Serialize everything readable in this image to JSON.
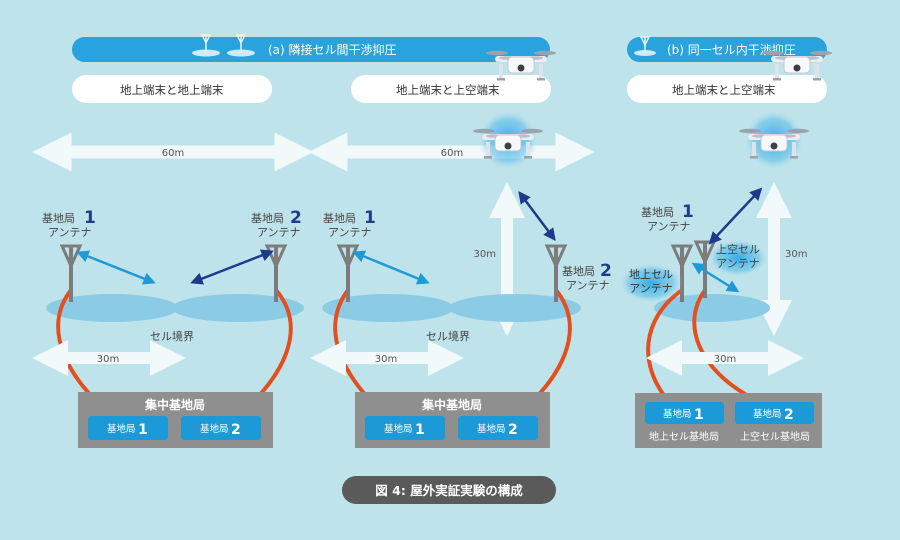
{
  "colors": {
    "background": "#bfe3ea",
    "banner": "#29a3dd",
    "pill": "#ffffff",
    "arrow_white": "#f1f9fb",
    "arrow_light_blue": "#1f9ad6",
    "arrow_dark_blue": "#1e3a8a",
    "cable": "#e2501f",
    "cell_ellipse": "#8ccbe6",
    "station_box": "#8f8f8f",
    "station_button": "#1c9ad8",
    "caption_bg": "#5a5a5a"
  },
  "banner_a": "(a) 隣接セル間干渉抑圧",
  "banner_b": "(b) 同一セル内干渉抑圧",
  "panel1": {
    "pill": "地上端末と地上端末",
    "distance_top": "60m",
    "bs1": {
      "name": "基地局",
      "num": "1",
      "sub": "アンテナ"
    },
    "bs2": {
      "name": "基地局",
      "num": "2",
      "sub": "アンテナ"
    },
    "boundary": "セル境界",
    "distance_bottom": "30m",
    "center_title": "集中基地局",
    "btn1": {
      "name": "基地局",
      "num": "1"
    },
    "btn2": {
      "name": "基地局",
      "num": "2"
    }
  },
  "panel2": {
    "pill": "地上端末と上空端末",
    "distance_top": "60m",
    "bs1": {
      "name": "基地局",
      "num": "1",
      "sub": "アンテナ"
    },
    "bs2": {
      "name": "基地局",
      "num": "2",
      "sub": "アンテナ"
    },
    "boundary": "セル境界",
    "distance_bottom": "30m",
    "distance_vertical": "30m",
    "center_title": "集中基地局",
    "btn1": {
      "name": "基地局",
      "num": "1"
    },
    "btn2": {
      "name": "基地局",
      "num": "2"
    }
  },
  "panel3": {
    "pill": "地上端末と上空端末",
    "bs1": {
      "name": "基地局",
      "num": "1",
      "sub": "アンテナ"
    },
    "ground_cell": {
      "line1": "地上セル",
      "line2": "アンテナ"
    },
    "sky_cell": {
      "line1": "上空セル",
      "line2": "アンテナ"
    },
    "distance_vertical": "30m",
    "distance_bottom": "30m",
    "btn1": {
      "name": "基地局",
      "num": "1"
    },
    "btn2": {
      "name": "基地局",
      "num": "2"
    },
    "label1": "地上セル基地局",
    "label2": "上空セル基地局"
  },
  "caption": "図 4: 屋外実証実験の構成"
}
